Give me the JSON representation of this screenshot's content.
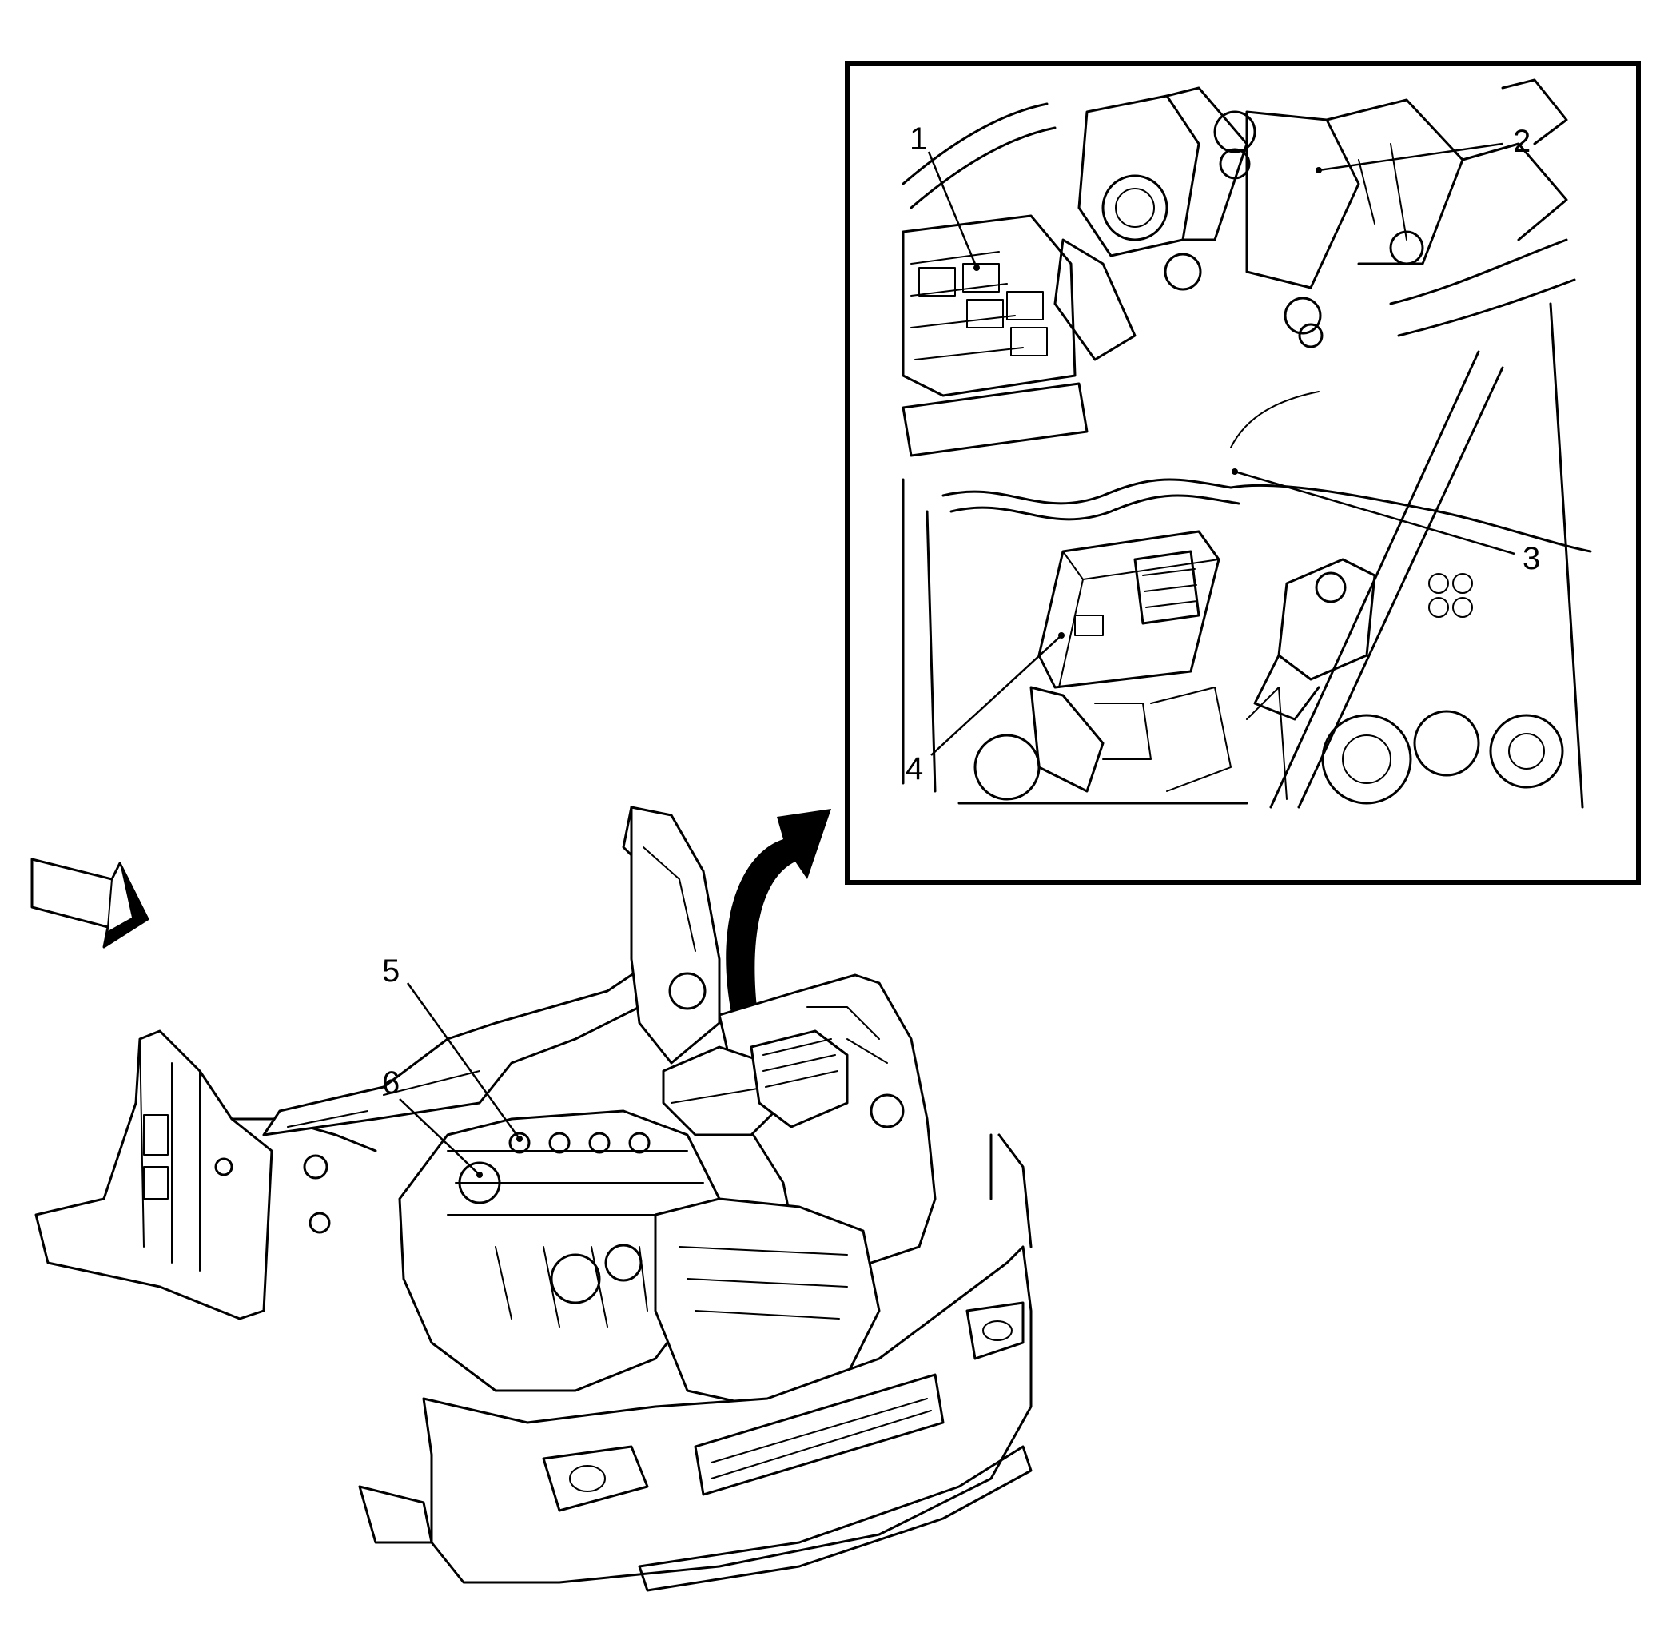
{
  "colors": {
    "line": "#000000",
    "background": "#ffffff"
  },
  "icons": {
    "view_arrow": "view-direction-arrow-icon",
    "detail_arrow": "curved-detail-arrow-icon"
  },
  "callouts": {
    "c1": "1",
    "c2": "2",
    "c3": "3",
    "c4": "4",
    "c5": "5",
    "c6": "6"
  }
}
